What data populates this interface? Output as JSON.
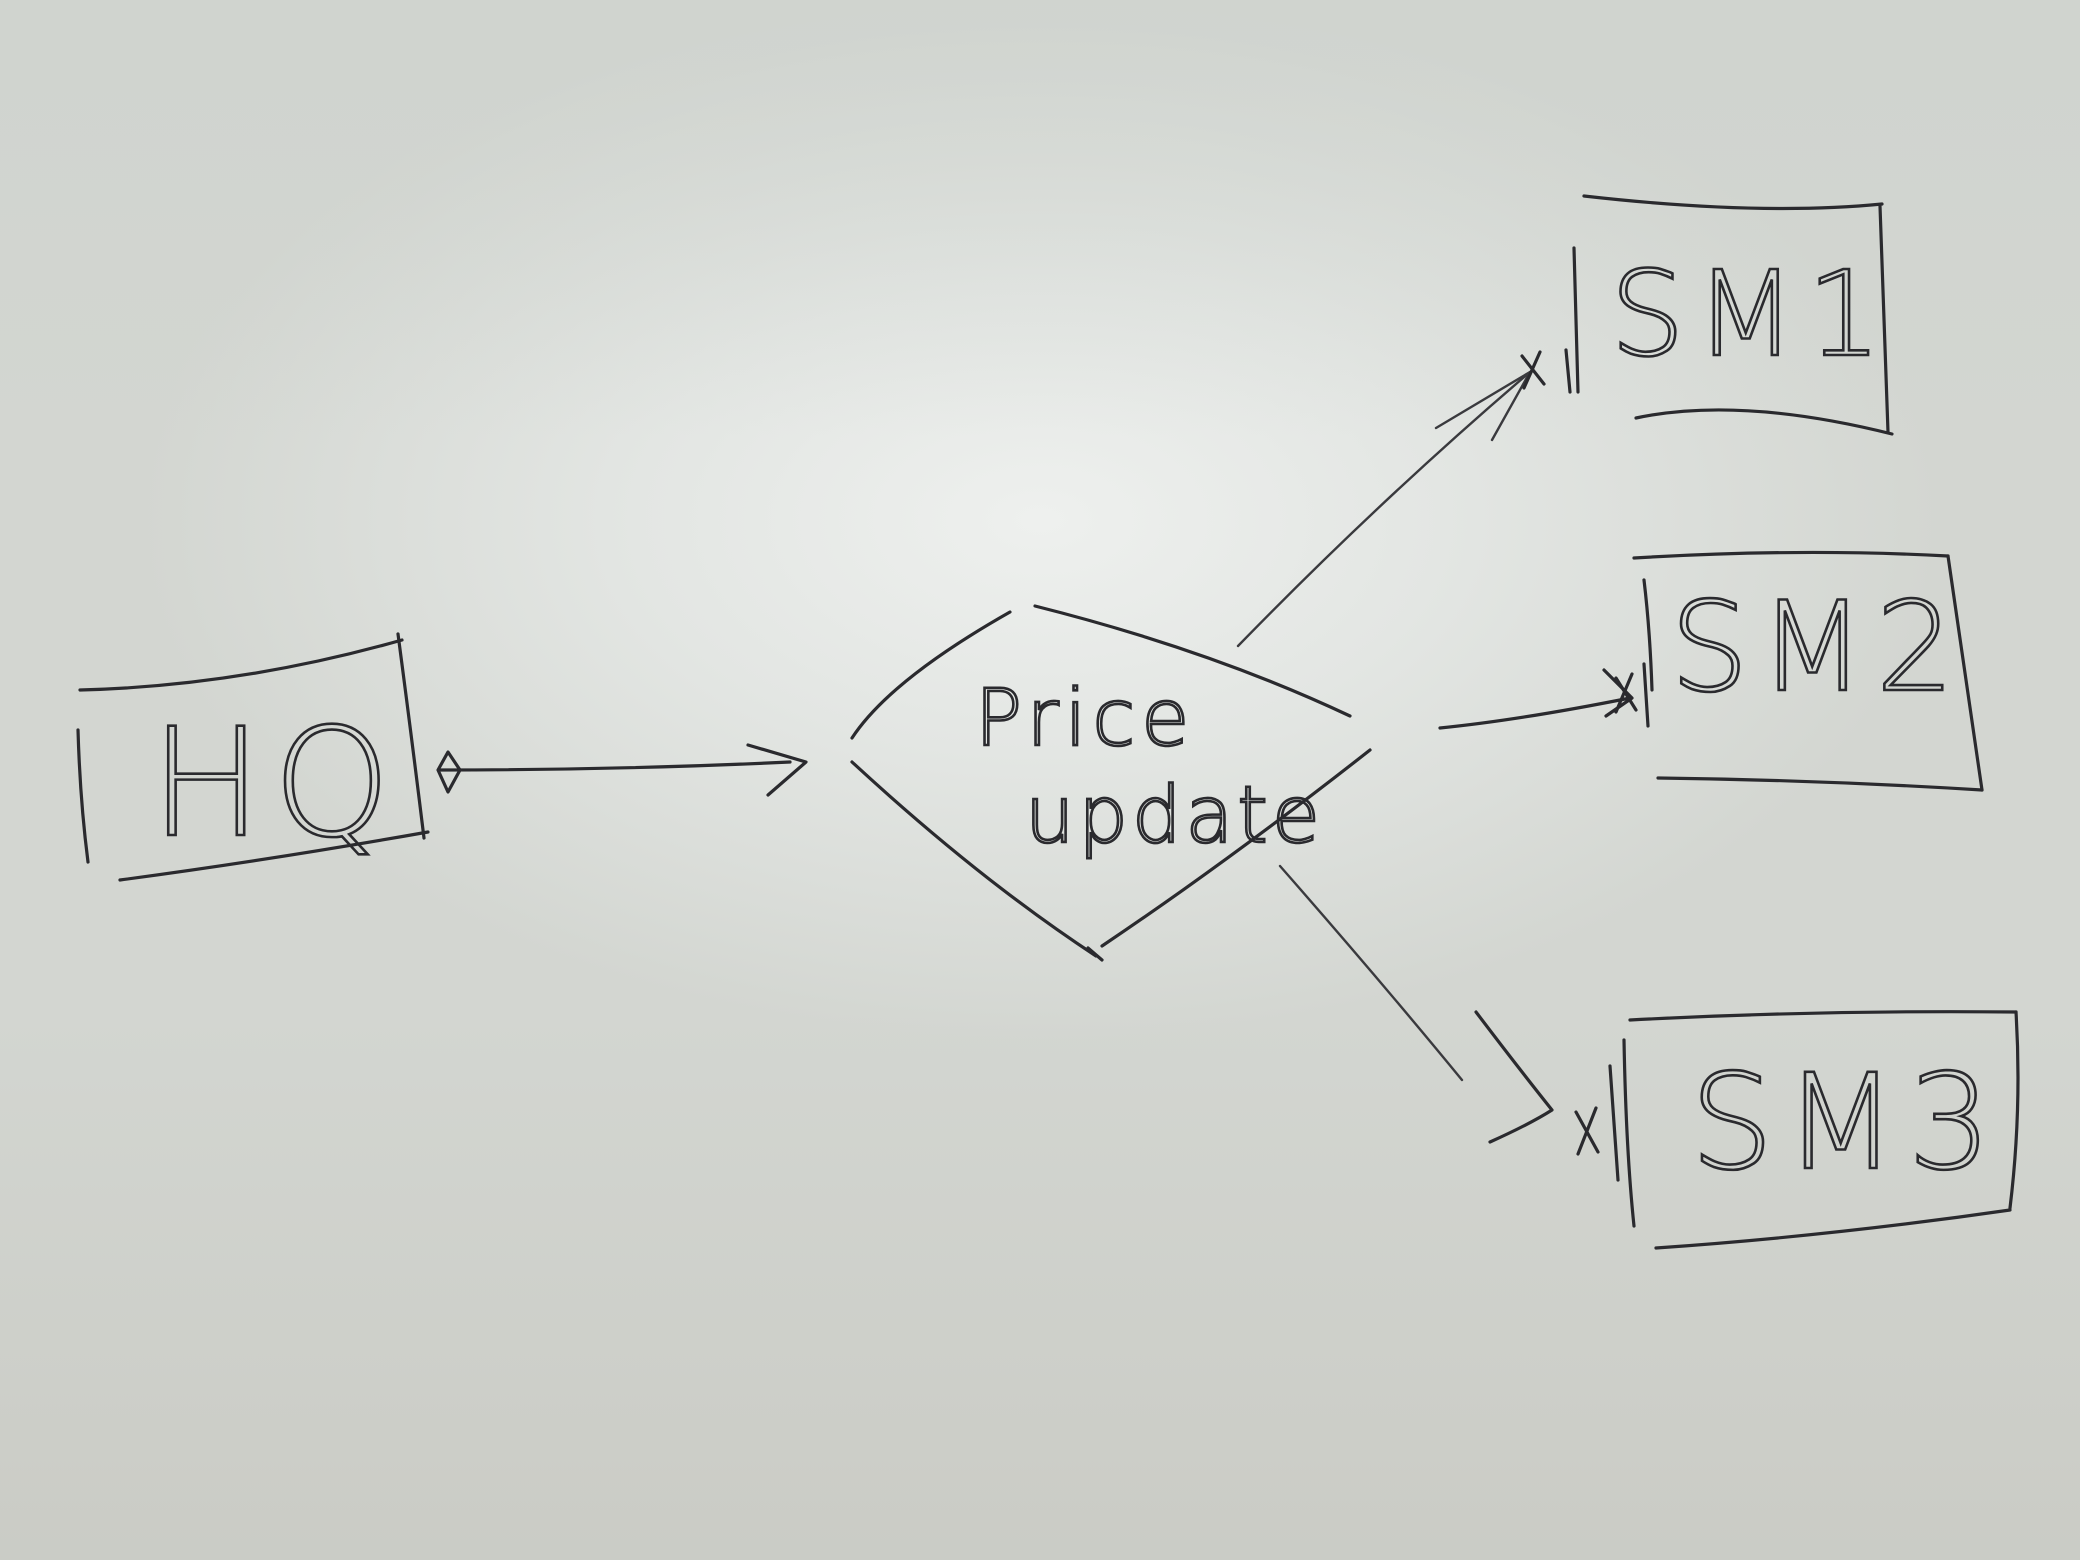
{
  "nodes": {
    "hq": {
      "label": "HQ"
    },
    "price_update": {
      "label_line1": "Price",
      "label_line2": "update"
    },
    "sm1": {
      "label": "SM1"
    },
    "sm2": {
      "label": "SM2"
    },
    "sm3": {
      "label": "SM3"
    }
  },
  "edges": [
    {
      "from": "HQ",
      "to": "Price update"
    },
    {
      "from": "Price update",
      "to": "SM1"
    },
    {
      "from": "Price update",
      "to": "SM2"
    },
    {
      "from": "Price update",
      "to": "SM3"
    }
  ],
  "colors": {
    "ink": "#2a2a2e",
    "paper": "#e6e8e5"
  }
}
